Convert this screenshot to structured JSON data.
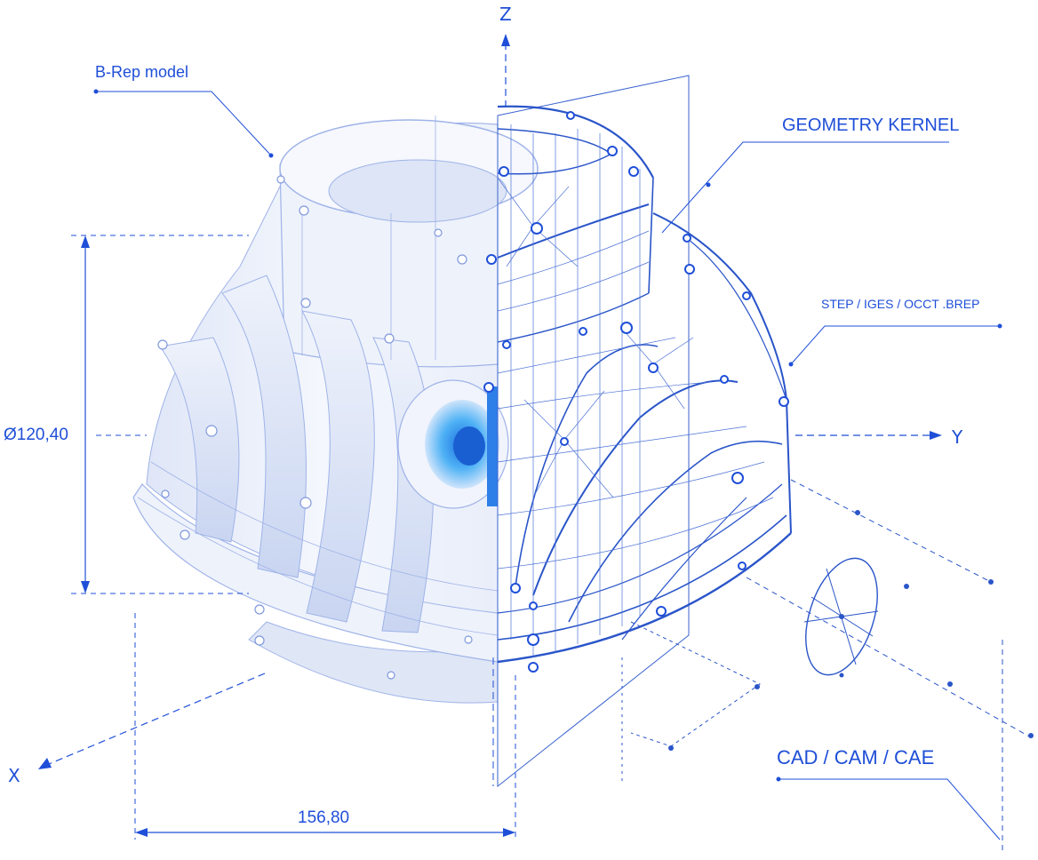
{
  "axes": {
    "z": "Z",
    "y": "Y",
    "x": "X"
  },
  "callouts": {
    "brep": "B-Rep model",
    "kernel": "GEOMETRY KERNEL",
    "formats": "STEP / IGES / OCCT .BREP",
    "applications": "CAD / CAM / CAE"
  },
  "dimensions": {
    "diameter": "Ø120,40",
    "width": "156,80"
  },
  "colors": {
    "accent": "#1f4fd8",
    "ink": "#2a55c9",
    "light": "#9fb3e8",
    "hub": "#3aa0f0",
    "shade": "#e6ecf9"
  }
}
